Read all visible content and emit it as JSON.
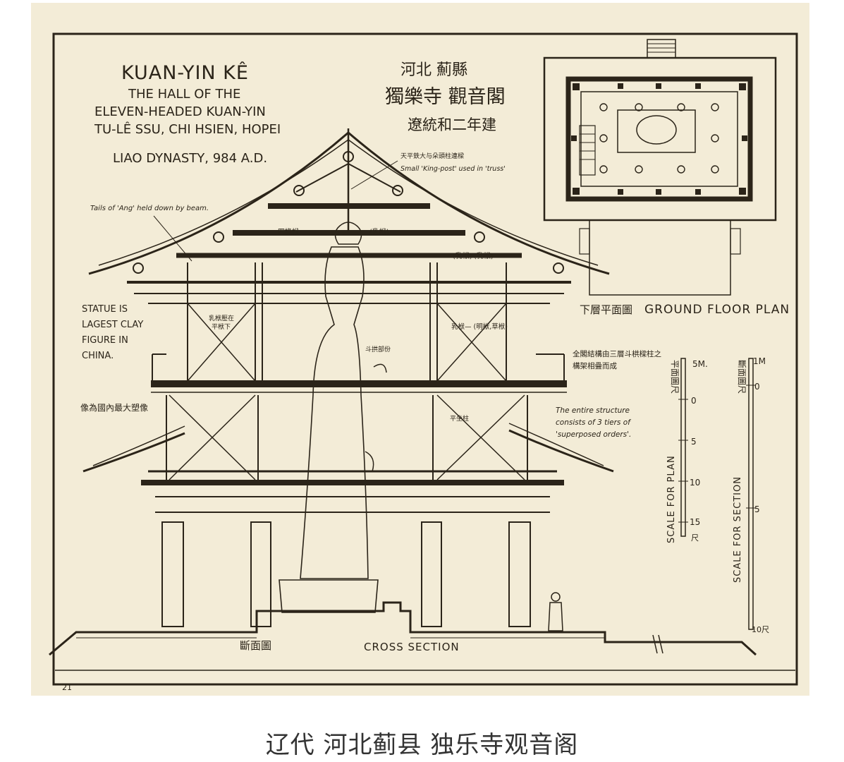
{
  "title": {
    "main": "KUAN-YIN KÊ",
    "line1": "THE HALL OF THE",
    "line2": "ELEVEN-HEADED KUAN-YIN",
    "line3": "TU-LÊ SSU, CHI HSIEN, HOPEI",
    "line4": "LIAO DYNASTY, 984 A.D."
  },
  "chinese_title": {
    "line1": "河北 薊縣",
    "line2": "獨樂寺 觀音閣",
    "line3": "遼統和二年建"
  },
  "annotations": {
    "king_post_cn": "天平鉄大与朵頭柱連樑",
    "king_post": "Small 'King-post' used in 'truss'",
    "ang_tails": "Tails of 'Ang' held down by beam.",
    "si_chuan_fu": "四椽栿",
    "ru_fu_1": "(乳栿)",
    "ru_fu_2": "(乳栿)",
    "ru_fu_3": "(乳栿)",
    "statue_note": "STATUE IS LAGEST CLAY FIGURE IN CHINA.",
    "left_cn_1": "乳栿壓在",
    "left_cn_2": "平栿下",
    "right_cn": "乳栿— (明栿,草栿)",
    "statue_cn": "像為國內最大塑像",
    "hand_cn": "斗拱部份",
    "mid_cn": "平坐柱",
    "tiers_cn": "全閣結構由三層斗栱樑柱之構架相疊而成",
    "tiers": "The entire structure consists of 3 tiers of 'superposed orders'.",
    "section_cn": "斷面圖",
    "section": "CROSS SECTION"
  },
  "plan": {
    "cn": "下層平面圖",
    "label": "GROUND FLOOR PLAN"
  },
  "scales": {
    "plan_cn": "平面圖尺",
    "plan_label": "SCALE FOR PLAN",
    "plan_unit_top": "5M.",
    "plan_ticks": [
      "0",
      "5",
      "10",
      "15"
    ],
    "plan_unit_bottom": "尺",
    "section_cn": "斷面圖尺",
    "section_label": "SCALE FOR SECTION",
    "section_unit_top": "1M",
    "section_ticks": [
      "0",
      "5"
    ],
    "section_unit_bottom": "10尺"
  },
  "sheet_number": "21",
  "caption": "辽代 河北蓟县 独乐寺观音阁"
}
